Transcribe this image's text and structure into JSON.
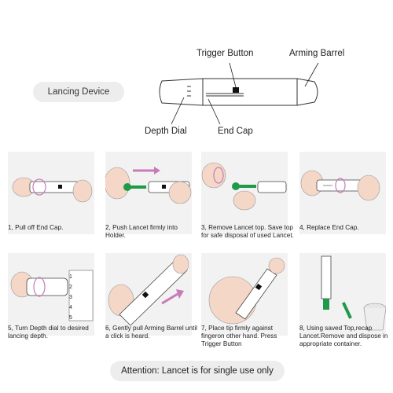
{
  "header": {
    "title": "Lancing Device",
    "callouts": {
      "trigger_button": "Trigger Button",
      "arming_barrel": "Arming Barrel",
      "depth_dial": "Depth Dial",
      "end_cap": "End Cap"
    }
  },
  "steps": [
    {
      "text": "1, Pull off End Cap."
    },
    {
      "text": "2, Push Lancet firmly into Holder."
    },
    {
      "text": "3, Remove Lancet top. Save top for safe disposal of used Lancet."
    },
    {
      "text": "4, Replace End Cap."
    },
    {
      "text": "5, Turn Depth dial to desired lancing depth."
    },
    {
      "text": "6, Gently pull Arming Barrel until a click is heard."
    },
    {
      "text": "7, Place tip firmly against fingeron other hand. Press Trigger Button"
    },
    {
      "text": "8, Using saved Top,recap Lancet.Remove and dispose in appropriate container."
    }
  ],
  "dial_numbers": [
    "1",
    "2",
    "3",
    "4",
    "5"
  ],
  "footer": {
    "attention": "Attention: Lancet is for single use only"
  },
  "colors": {
    "accent_arrow": "#c77bb8",
    "lancet_green": "#1f9a4a",
    "panel_bg": "#f2f2f2"
  }
}
